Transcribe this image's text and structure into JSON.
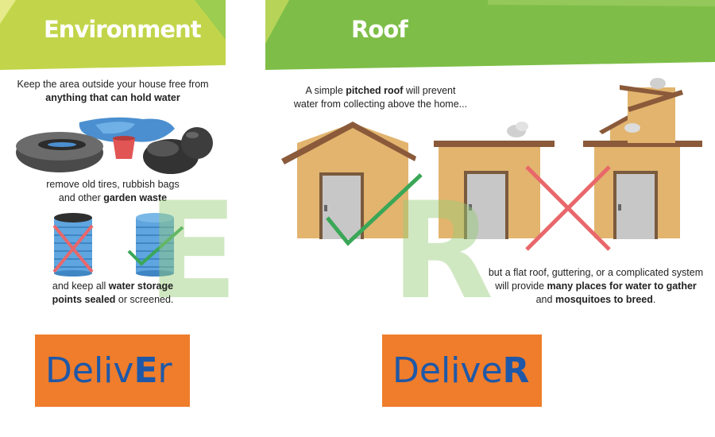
{
  "environment": {
    "title": "Environment",
    "intro_line1": "Keep the area outside your house free from",
    "intro_line2_bold": "anything that can hold water",
    "waste_line1": "remove old tires, rubbish bags",
    "waste_line2_normal": "and other ",
    "waste_line2_bold": "garden waste",
    "storage_line1_normal": "and keep all ",
    "storage_line1_bold": "water storage",
    "storage_line2_bold": "points sealed",
    "storage_line2_normal": " or screened.",
    "watermark_letter": "E"
  },
  "roof": {
    "title": "Roof",
    "pitched_line1_normal": "A simple ",
    "pitched_line1_bold": "pitched roof",
    "pitched_line1_end": " will prevent",
    "pitched_line2": "water from collecting above the home...",
    "flat_line1": "but a flat roof, guttering, or a complicated system",
    "flat_line2_normal": "will provide ",
    "flat_line2_bold": "many places for water to gather",
    "flat_line3_normal": "and ",
    "flat_line3_bold": "mosquitoes to breed",
    "flat_line3_end": ".",
    "watermark_letter": "R"
  },
  "deliver_e": {
    "prefix": "Deliv",
    "highlight": "E",
    "suffix": "r"
  },
  "deliver_r": {
    "prefix": "Delive",
    "highlight": "R",
    "suffix": ""
  },
  "colors": {
    "banner_green": "#7ebe48",
    "banner_lime": "#c2d54a",
    "house_wall": "#e2b46e",
    "roof_brown": "#8a5a3a",
    "door_gray": "#c7c7c7",
    "check_green": "#3aa757",
    "cross_red": "#e8676a",
    "deliver_orange": "#ef7d2b",
    "deliver_blue": "#1f58a8"
  }
}
